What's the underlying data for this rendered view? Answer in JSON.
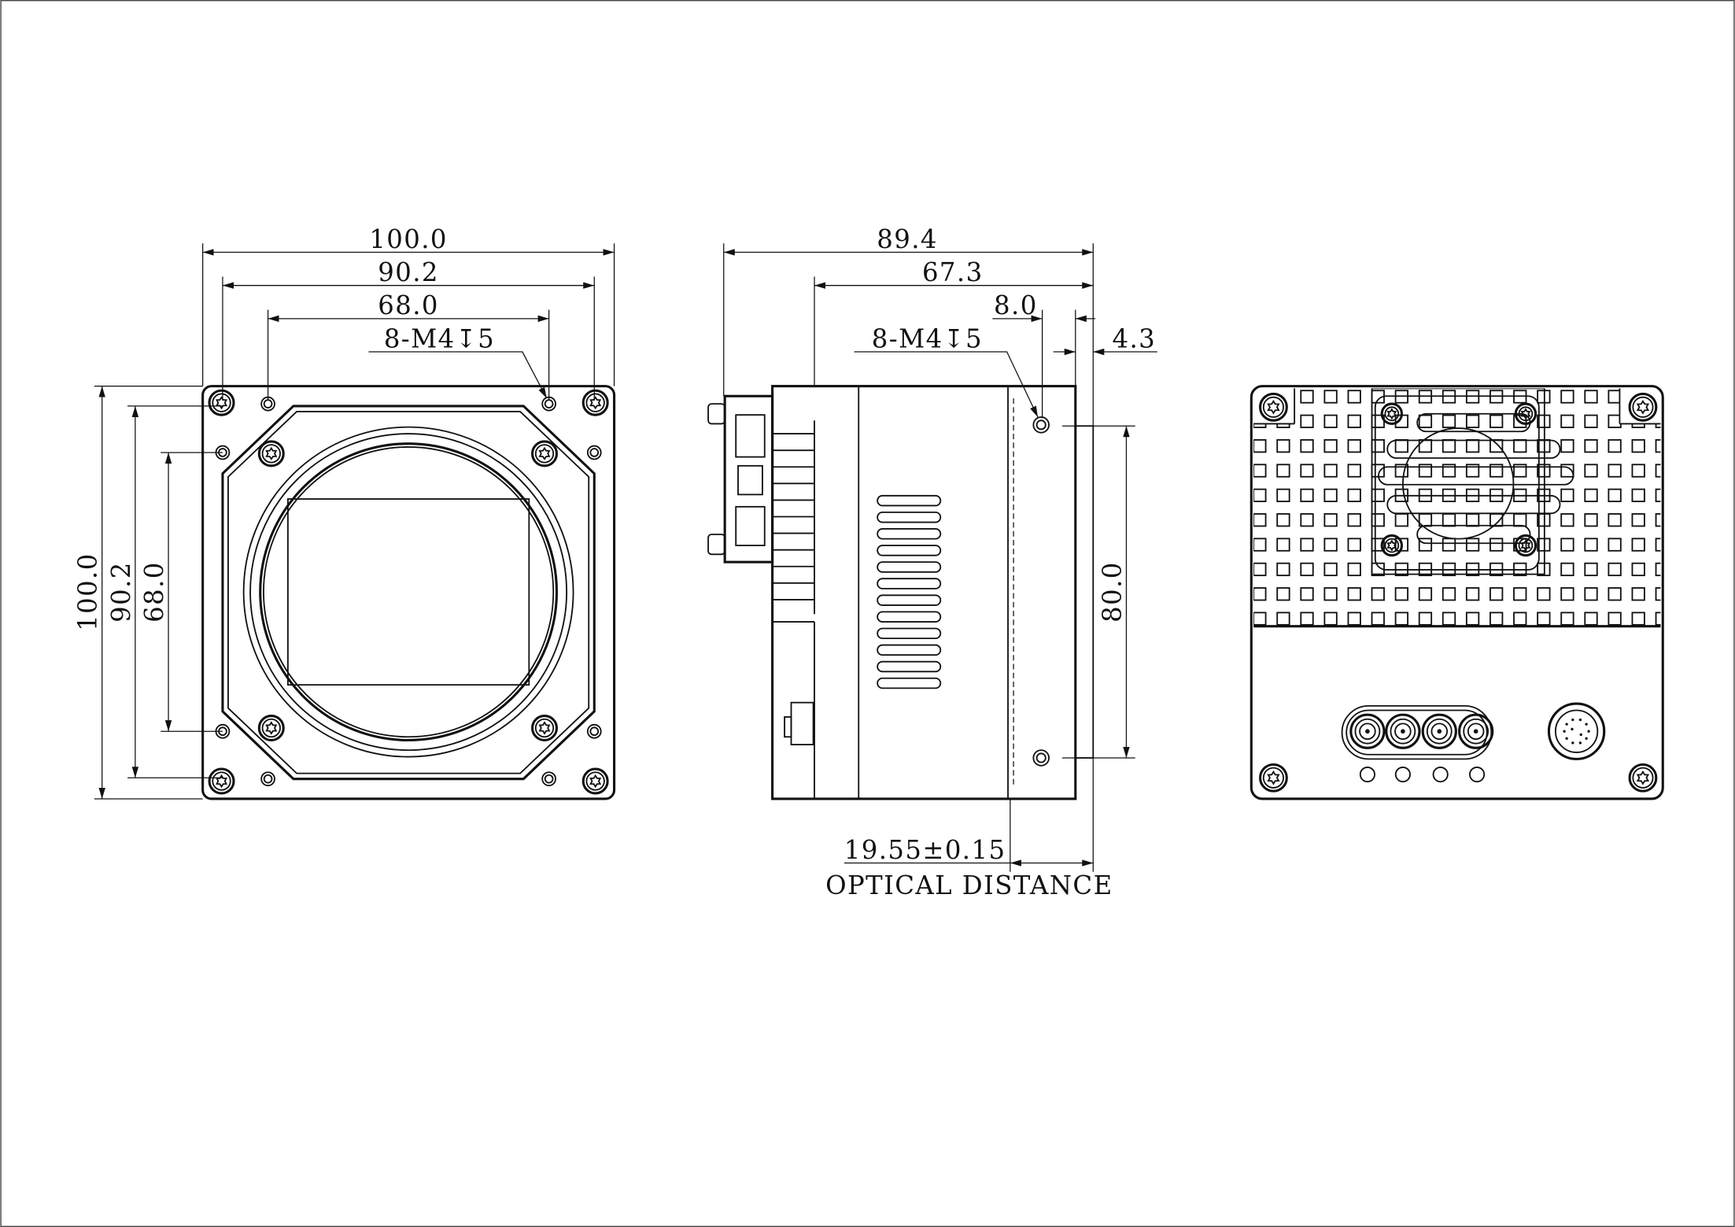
{
  "front_view": {
    "width_outer": "100.0",
    "width_screw": "90.2",
    "width_mount": "68.0",
    "thread_note": "8-M4↧5",
    "height_outer": "100.0",
    "height_screw": "90.2",
    "height_mount": "68.0"
  },
  "side_view": {
    "length_total": "89.4",
    "length_body": "67.3",
    "hole_offset": "8.0",
    "flange": "4.3",
    "thread_note": "8-M4↧5",
    "hole_spacing": "80.0",
    "optical_distance_value": "19.55±0.15",
    "optical_distance_label": "OPTICAL DISTANCE"
  },
  "colors": {
    "line": "#111111",
    "background": "#ffffff"
  }
}
